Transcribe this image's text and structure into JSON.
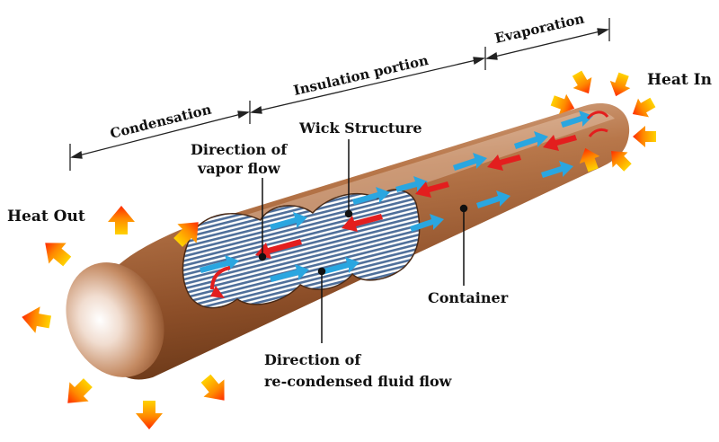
{
  "sections": {
    "condensation": "Condensation",
    "insulation": "Insulation portion",
    "evaporation": "Evaporation"
  },
  "labels": {
    "heat_in": "Heat In",
    "heat_out": "Heat Out",
    "wick_structure": "Wick Structure",
    "vapor_flow_line1": "Direction of",
    "vapor_flow_line2": "vapor flow",
    "container": "Container",
    "fluid_flow_line1": "Direction of",
    "fluid_flow_line2": "re-condensed fluid flow"
  },
  "colors": {
    "pipe": "#b06a3c",
    "pipe_highlight": "#f6ece6",
    "vapor_arrow": "#e31e1e",
    "fluid_arrow": "#2aa6e0",
    "heat_arrow_tip": "#ff3d00",
    "heat_arrow_base": "#ffd200",
    "wick": "#5d7ea8"
  }
}
